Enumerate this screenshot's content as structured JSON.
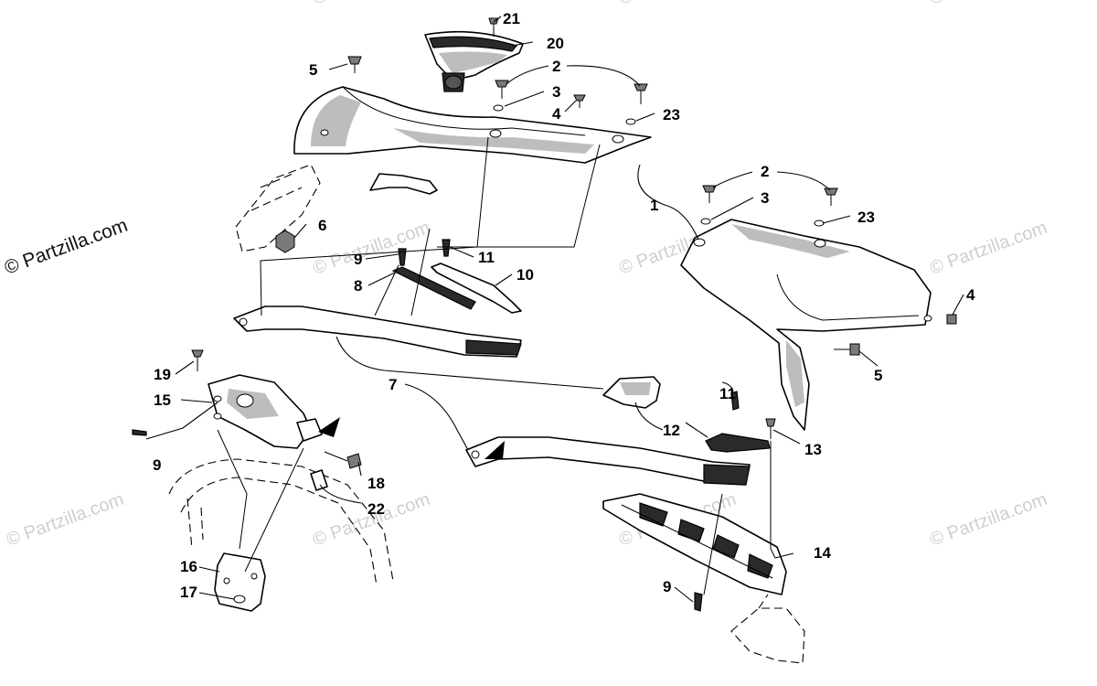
{
  "watermark": {
    "main_text": "© Partzilla.com",
    "repeat_text": "© Partzilla.com"
  },
  "callouts": {
    "c21": "21",
    "c20": "20",
    "c2a": "2",
    "c5a": "5",
    "c3a": "3",
    "c4a": "4",
    "c23a": "23",
    "c6": "6",
    "c1": "1",
    "c2b": "2",
    "c3b": "3",
    "c23b": "23",
    "c9a": "9",
    "c11a": "11",
    "c8": "8",
    "c10": "10",
    "c4b": "4",
    "c5b": "5",
    "c7": "7",
    "c19": "19",
    "c15": "15",
    "c11b": "11",
    "c12": "12",
    "c13": "13",
    "c9b": "9",
    "c18": "18",
    "c22": "22",
    "c14": "14",
    "c16": "16",
    "c17": "17",
    "c9c": "9"
  },
  "colors": {
    "line": "#000000",
    "shade": "#bdbdbd",
    "watermark": "#cfcfcf"
  }
}
